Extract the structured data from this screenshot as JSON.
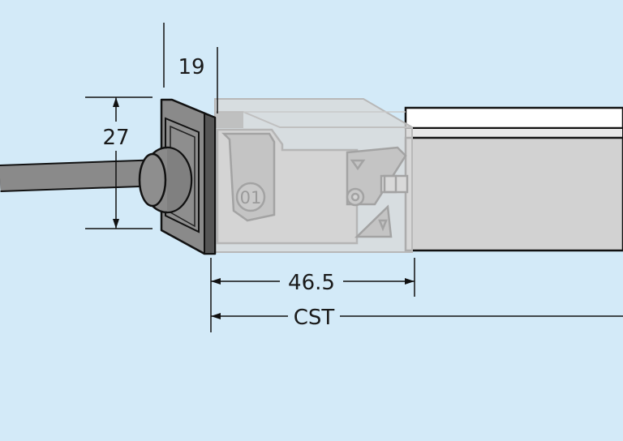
{
  "colors": {
    "background": "#d3eaf8",
    "outline": "#111111",
    "endcap": "#8a8a8a",
    "profile": "#d2d2d2",
    "ghost": "#c4c4c4"
  },
  "dimensions": {
    "height": "27",
    "cap_depth": "19",
    "body_length": "46.5",
    "total_length": "CST"
  },
  "parts": {
    "module_badge": "01"
  }
}
